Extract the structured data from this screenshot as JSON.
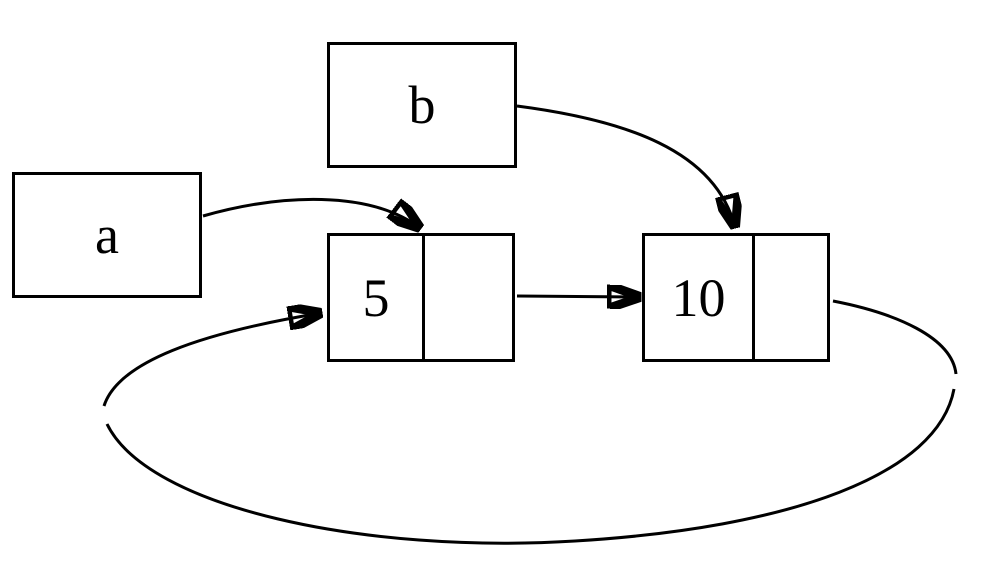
{
  "colors": {
    "background": "#ffffff",
    "stroke": "#000000",
    "text": "#000000"
  },
  "variables": {
    "a": {
      "label": "a"
    },
    "b": {
      "label": "b"
    }
  },
  "nodes": {
    "first": {
      "value": "5",
      "next_cell": ""
    },
    "second": {
      "value": "10",
      "next_cell": ""
    }
  },
  "edges": [
    {
      "name": "a-to-first-node",
      "from": "a",
      "to": "first-node"
    },
    {
      "name": "b-to-second-node",
      "from": "b",
      "to": "second-node"
    },
    {
      "name": "first-node-next-to-second-node",
      "from": "first-node-next-cell",
      "to": "second-node"
    },
    {
      "name": "second-node-next-to-first-node-loop",
      "from": "second-node-next-cell",
      "to": "first-node"
    }
  ]
}
